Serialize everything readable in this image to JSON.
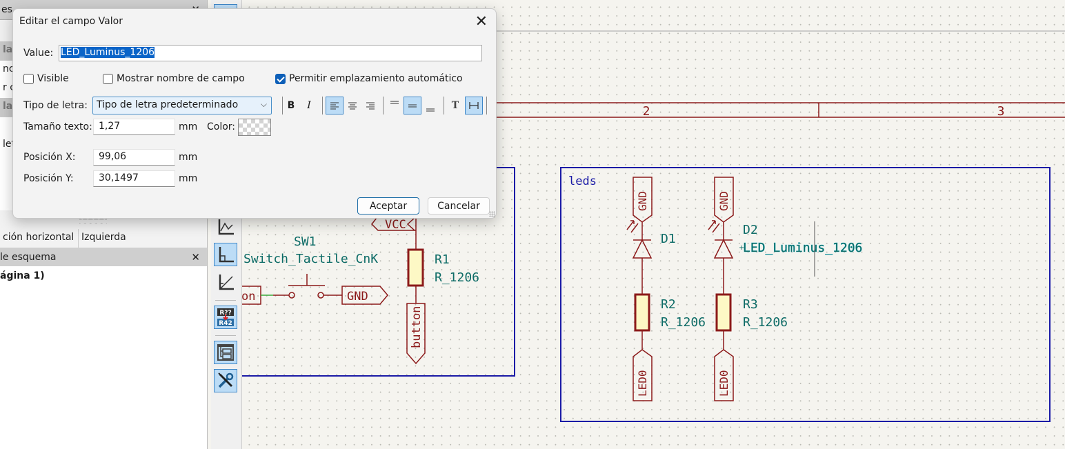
{
  "left_panel": {
    "properties_header": "es",
    "property_rows": [
      {
        "label": "lad",
        "section": true
      },
      {
        "label": "nc",
        "section": false
      },
      {
        "label": "r cc",
        "section": false
      },
      {
        "label": "lad",
        "section": true
      },
      {
        "label": "",
        "section": false
      },
      {
        "label": "let",
        "section": false
      },
      {
        "label": "",
        "section": false
      },
      {
        "label": "",
        "section": false
      },
      {
        "label": "",
        "section": false
      },
      {
        "label": "",
        "section": false
      }
    ],
    "justify_row": {
      "label": "ción horizontal",
      "value": "Izquierda"
    },
    "hierarchy_header": "le esquema",
    "hierarchy_item": "ágina 1)"
  },
  "toolbar": {
    "items": [
      {
        "name": "top-button",
        "active": true
      },
      {
        "name": "graph-icon",
        "active": false
      },
      {
        "name": "orthogonal-icon",
        "active": true
      },
      {
        "name": "angle-icon",
        "active": false
      },
      {
        "name": "annotate-icon",
        "active": true,
        "top": "R??",
        "bottom": "R42"
      },
      {
        "name": "hierarchy-icon",
        "active": true
      },
      {
        "name": "tools-icon",
        "active": true
      }
    ]
  },
  "schematic": {
    "frame_columns": [
      "2",
      "3"
    ],
    "sheets": [
      {
        "name": "",
        "id": "button-sheet"
      },
      {
        "name": "leds",
        "id": "leds-sheet"
      }
    ],
    "labels": {
      "vcc": "VCC",
      "gnd": "GND",
      "button": "button",
      "on_fragment": "on",
      "sw1_ref": "SW1",
      "sw1_value": "Switch_Tactile_CnK",
      "r1_ref": "R1",
      "r1_value": "R_1206",
      "d1_ref": "D1",
      "d2_ref": "D2",
      "d2_value": "LED_Luminus_1206",
      "r2_ref": "R2",
      "r2_value": "R_1206",
      "r3_ref": "R3",
      "r3_value": "R_1206",
      "led0": "LED0"
    },
    "colors": {
      "wire": "#8c1a1a",
      "text": "#0e6c67",
      "sheet_border": "#1a1aa6",
      "resistor_fill": "#fdf8c5",
      "highlight": "#38c0d6"
    }
  },
  "dialog": {
    "title": "Editar el campo Valor",
    "value_label": "Value:",
    "value": "LED_Luminus_1206",
    "visible_label": "Visible",
    "visible_checked": false,
    "show_name_label": "Mostrar nombre de campo",
    "show_name_checked": false,
    "autoplace_label": "Permitir emplazamiento automático",
    "autoplace_checked": true,
    "font_label": "Tipo de letra:",
    "font_value": "Tipo de letra predeterminado",
    "bold_label": "B",
    "italic_label": "I",
    "text_size_label": "Tamaño texto:",
    "text_size": "1,27",
    "unit": "mm",
    "color_label": "Color:",
    "pos_x_label": "Posición X:",
    "pos_x": "99,06",
    "pos_y_label": "Posición Y:",
    "pos_y": "30,1497",
    "ok_label": "Aceptar",
    "cancel_label": "Cancelar",
    "h_align": "left",
    "v_align": "center",
    "orientation": "horizontal"
  }
}
